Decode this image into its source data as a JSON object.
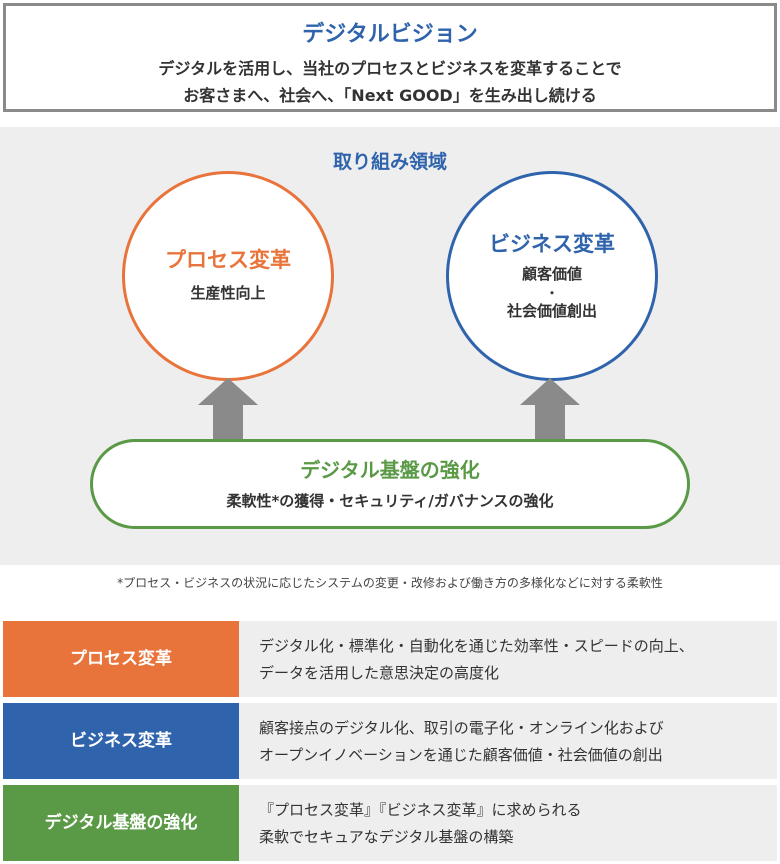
{
  "vision": {
    "title": "デジタルビジョン",
    "line1": "デジタルを活用し、当社のプロセスとビジネスを変革することで",
    "line2": "お客さまへ、社会へ、「Next GOOD」を生み出し続ける"
  },
  "areas": {
    "title": "取り組み領域",
    "process": {
      "title": "プロセス変革",
      "sub": "生産性向上"
    },
    "business": {
      "title": "ビジネス変革",
      "sub1": "顧客価値",
      "dot": "・",
      "sub2": "社会価値創出"
    },
    "foundation": {
      "title": "デジタル基盤の強化",
      "sub": "柔軟性*の獲得・セキュリティ/ガバナンスの強化"
    }
  },
  "footnote": "*プロセス・ビジネスの状況に応じたシステムの変更・改修および働き方の多様化などに対する柔軟性",
  "rows": [
    {
      "label": "プロセス変革",
      "desc1": "デジタル化・標準化・自動化を通じた効率性・スピードの向上、",
      "desc2": "データを活用した意思決定の高度化"
    },
    {
      "label": "ビジネス変革",
      "desc1": "顧客接点のデジタル化、取引の電子化・オンライン化および",
      "desc2": "オープンイノベーションを通じた顧客価値・社会価値の創出"
    },
    {
      "label": "デジタル基盤の強化",
      "desc1": "『プロセス変革』『ビジネス変革』に求められる",
      "desc2": "柔軟でセキュアなデジタル基盤の構築"
    }
  ],
  "colors": {
    "process": "#e8743b",
    "business": "#2f64ad",
    "foundation": "#5a9a46",
    "arrow": "#8a8a8a",
    "panel": "#eeeeee"
  }
}
